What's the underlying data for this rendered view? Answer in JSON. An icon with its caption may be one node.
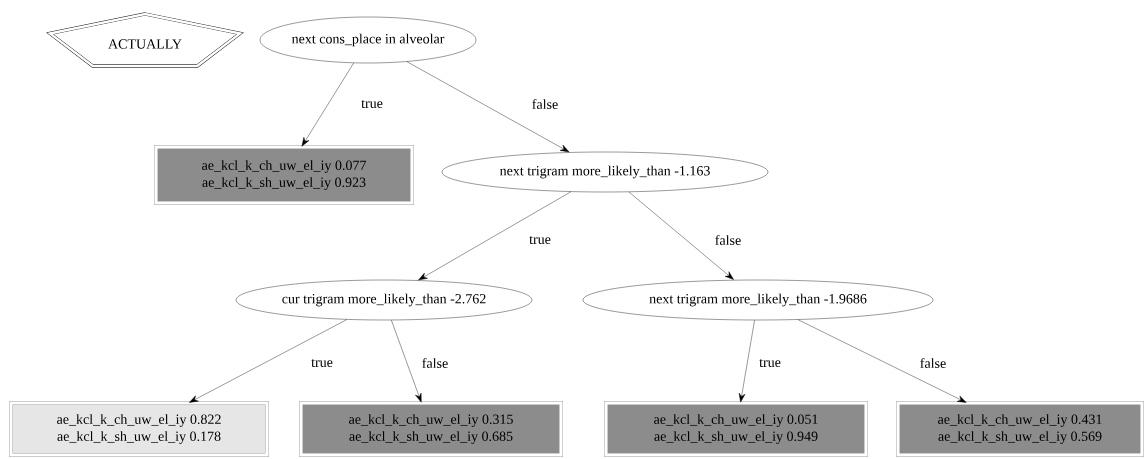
{
  "diagram": {
    "nodes": [
      {
        "text": [
          "ACTUALLY"
        ]
      },
      {
        "text": [
          "next cons_place in alveolar"
        ]
      },
      {
        "text": [
          "ae_kcl_k_ch_uw_el_iy 0.077",
          "ae_kcl_k_sh_uw_el_iy 0.923"
        ]
      },
      {
        "text": [
          "next trigram more_likely_than -1.163"
        ]
      },
      {
        "text": [
          "cur trigram more_likely_than -2.762"
        ]
      },
      {
        "text": [
          "next trigram more_likely_than -1.9686"
        ]
      },
      {
        "text": [
          "ae_kcl_k_ch_uw_el_iy 0.822",
          "ae_kcl_k_sh_uw_el_iy 0.178"
        ]
      },
      {
        "text": [
          "ae_kcl_k_ch_uw_el_iy 0.315",
          "ae_kcl_k_sh_uw_el_iy 0.685"
        ]
      },
      {
        "text": [
          "ae_kcl_k_ch_uw_el_iy 0.051",
          "ae_kcl_k_sh_uw_el_iy 0.949"
        ]
      },
      {
        "text": [
          "ae_kcl_k_ch_uw_el_iy 0.431",
          "ae_kcl_k_sh_uw_el_iy 0.569"
        ]
      }
    ],
    "edges": [
      {
        "from": 1,
        "to": 2,
        "arrow": "to",
        "label": "true"
      },
      {
        "from": 1,
        "to": 3,
        "arrow": "to",
        "label": "false"
      },
      {
        "from": 3,
        "to": 4,
        "arrow": "to",
        "label": "true"
      },
      {
        "from": 3,
        "to": 5,
        "arrow": "to",
        "label": "false"
      },
      {
        "from": 4,
        "to": 6,
        "arrow": "to",
        "label": "true"
      },
      {
        "from": 4,
        "to": 7,
        "arrow": "to",
        "label": "false"
      },
      {
        "from": 5,
        "to": 8,
        "arrow": "to",
        "label": "true"
      },
      {
        "from": 5,
        "to": 9,
        "arrow": "to",
        "label": "false"
      }
    ]
  }
}
